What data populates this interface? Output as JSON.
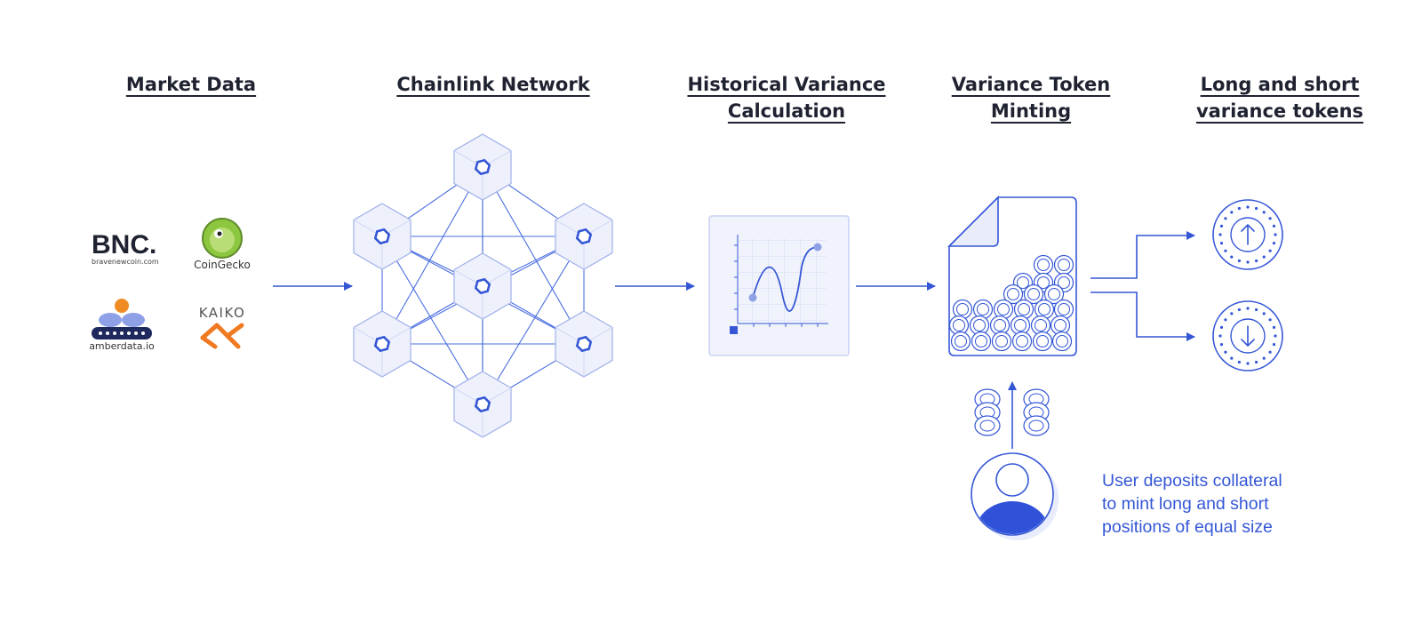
{
  "headings": {
    "market_data": "Market Data",
    "chainlink_network": "Chainlink Network",
    "historical_variance": [
      "Historical Variance",
      "Calculation"
    ],
    "variance_token_minting": [
      "Variance Token",
      "Minting"
    ],
    "long_short_tokens": [
      "Long and short",
      "variance tokens"
    ]
  },
  "providers": {
    "bnc": {
      "logo": "BNC.",
      "caption": "bravenewcoin.com"
    },
    "coingecko": {
      "caption": "CoinGecko"
    },
    "amberdata": {
      "caption": "amberdata.io"
    },
    "kaiko": {
      "logo": "KAIKO"
    }
  },
  "note": {
    "lines": [
      "User deposits collateral",
      "to mint long and short",
      "positions of equal size"
    ]
  },
  "colors": {
    "accent": "#3557d6",
    "line": "#4a6ee0",
    "hex_fill": "#eef1fc",
    "hex_stroke": "#9fb0ea",
    "heading": "#1f2230",
    "bnc_orange": "#f08a24",
    "kaiko_orange": "#f07a22",
    "coingecko_green": "#8dc63f"
  }
}
